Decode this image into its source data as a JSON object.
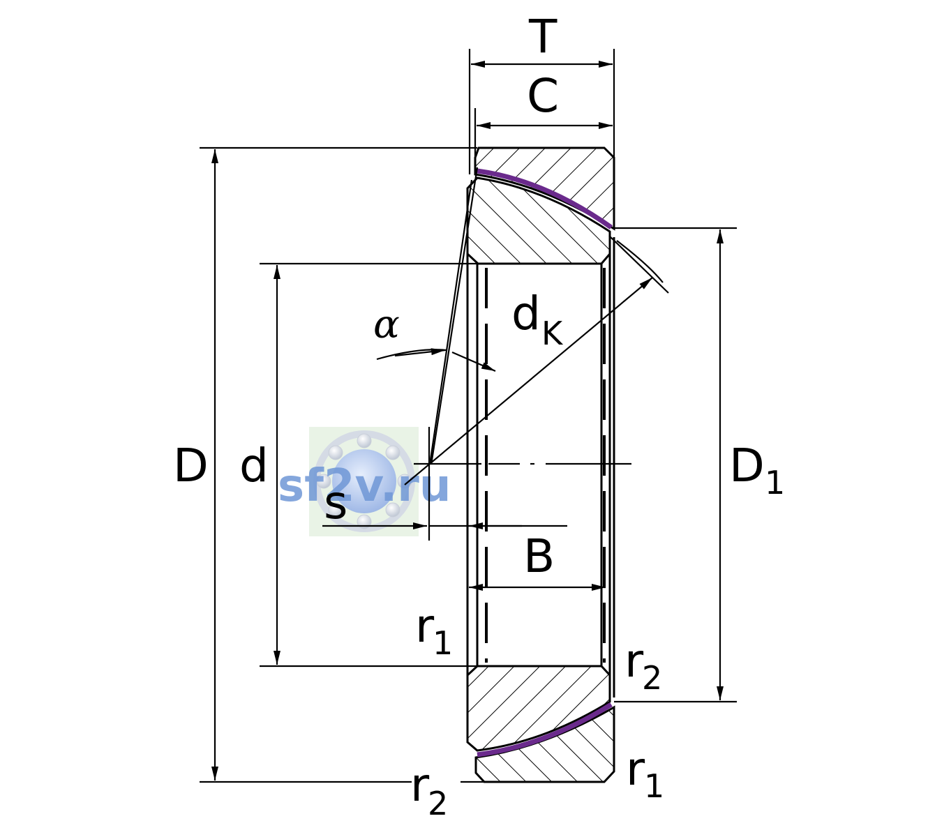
{
  "labels": {
    "T": "T",
    "C": "C",
    "D": "D",
    "d": "d",
    "dK": "d",
    "dK_sub": "K",
    "D1": "D",
    "D1_sub": "1",
    "B": "B",
    "s": "s",
    "alpha": "α",
    "r1_a": "r",
    "r1_a_sub": "1",
    "r2_a": "r",
    "r2_a_sub": "2",
    "r1_b": "r",
    "r1_b_sub": "1",
    "r2_b": "r",
    "r2_b_sub": "2"
  },
  "watermark": {
    "text": "sf2v.ru"
  },
  "colors": {
    "line": "#000000",
    "contact": "#6a2a8c",
    "watermark": "#6f97d6",
    "watermark_bg": "#e9f3e6"
  }
}
